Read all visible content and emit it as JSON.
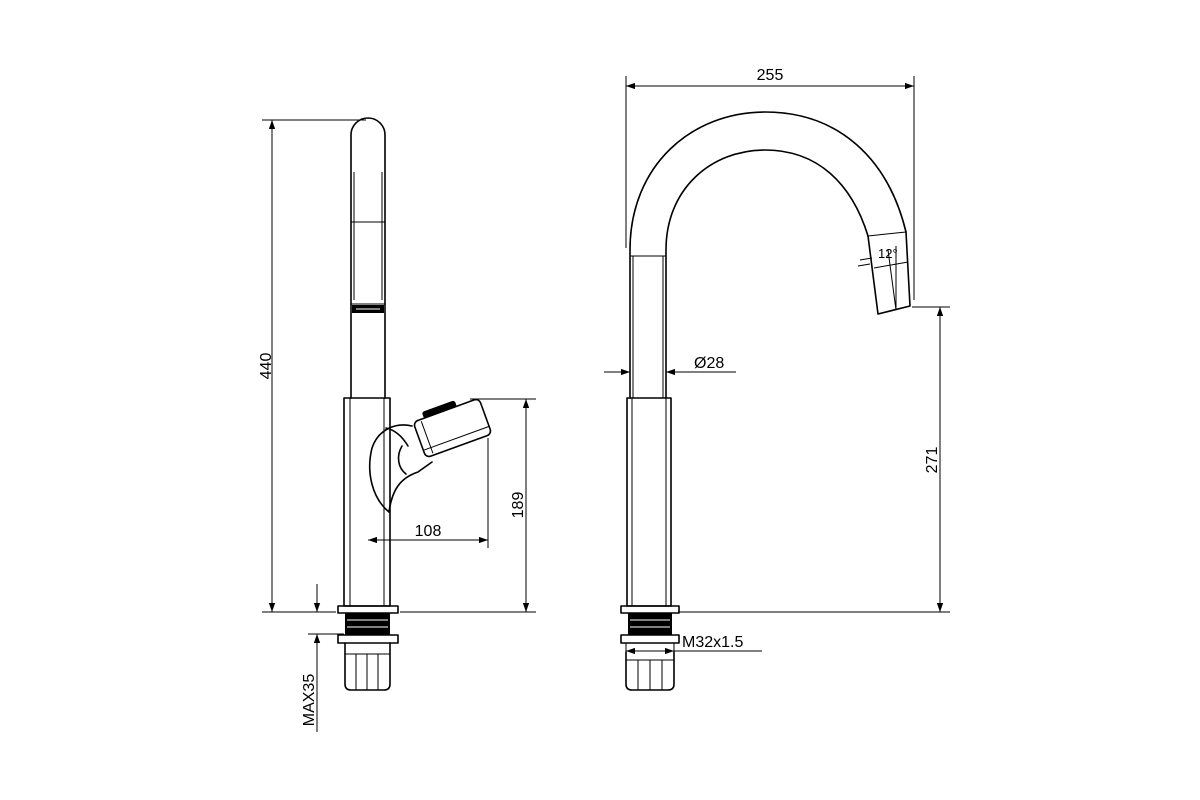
{
  "dimensions": {
    "total_height": "440",
    "lever_height": "189",
    "lever_reach": "108",
    "max_counter": "MAX35",
    "spout_reach": "255",
    "pipe_diameter": "Ø28",
    "spout_height": "271",
    "thread": "M32x1.5",
    "spray_angle": "12°"
  }
}
